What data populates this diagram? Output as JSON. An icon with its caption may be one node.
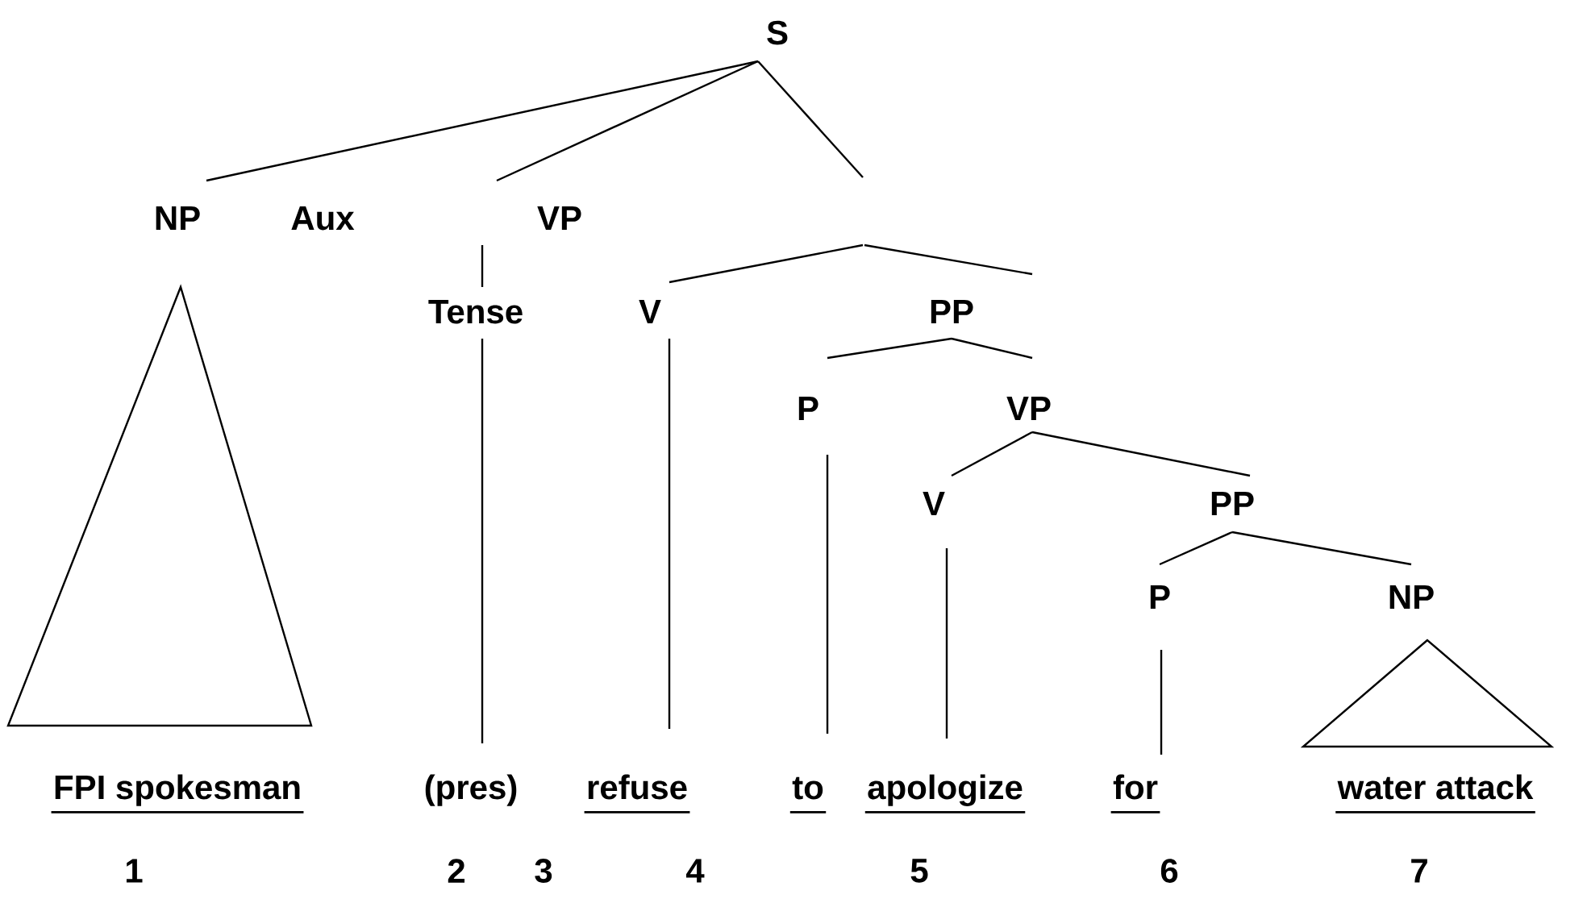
{
  "diagram": {
    "nodes": [
      {
        "text": [
          "S"
        ]
      },
      {
        "text": [
          "NP"
        ]
      },
      {
        "text": [
          "Aux"
        ]
      },
      {
        "text": [
          "VP"
        ]
      },
      {
        "text": [
          "Tense"
        ]
      },
      {
        "text": [
          "V"
        ]
      },
      {
        "text": [
          "PP"
        ]
      },
      {
        "text": [],
        "shape": "triangle"
      },
      {
        "text": [
          "P"
        ]
      },
      {
        "text": [
          "VP"
        ]
      },
      {
        "text": [
          "V"
        ]
      },
      {
        "text": [
          "PP"
        ]
      },
      {
        "text": [
          "P"
        ]
      },
      {
        "text": [
          "NP"
        ]
      },
      {
        "text": [],
        "shape": "triangle"
      },
      {
        "text": [
          "FPI spokesman"
        ]
      },
      {
        "text": [
          "(pres)"
        ]
      },
      {
        "text": [
          "refuse"
        ]
      },
      {
        "text": [
          "to"
        ]
      },
      {
        "text": [
          "apologize"
        ]
      },
      {
        "text": [
          "for"
        ]
      },
      {
        "text": [
          "water attack"
        ]
      }
    ],
    "edges": [
      {
        "from": 0,
        "to": 1,
        "arrow": "none"
      },
      {
        "from": 0,
        "to": 3,
        "arrow": "none"
      },
      {
        "from": 0,
        "to": null,
        "arrow": "none"
      },
      {
        "from": null,
        "to": 5,
        "arrow": "none"
      },
      {
        "from": null,
        "to": 6,
        "arrow": "none"
      },
      {
        "from": null,
        "to": 4,
        "arrow": "none"
      },
      {
        "from": 6,
        "to": 8,
        "arrow": "none"
      },
      {
        "from": 6,
        "to": 9,
        "arrow": "none"
      },
      {
        "from": 9,
        "to": 10,
        "arrow": "none"
      },
      {
        "from": 9,
        "to": 11,
        "arrow": "none"
      },
      {
        "from": 11,
        "to": 12,
        "arrow": "none"
      },
      {
        "from": 11,
        "to": 13,
        "arrow": "none"
      },
      {
        "from": 4,
        "to": 16,
        "arrow": "none"
      },
      {
        "from": 5,
        "to": 17,
        "arrow": "none"
      },
      {
        "from": 8,
        "to": 18,
        "arrow": "none"
      },
      {
        "from": 10,
        "to": 19,
        "arrow": "none"
      },
      {
        "from": 12,
        "to": 20,
        "arrow": "none"
      }
    ],
    "labels": [
      "1",
      "2",
      "3",
      "4",
      "5",
      "6",
      "7"
    ]
  }
}
